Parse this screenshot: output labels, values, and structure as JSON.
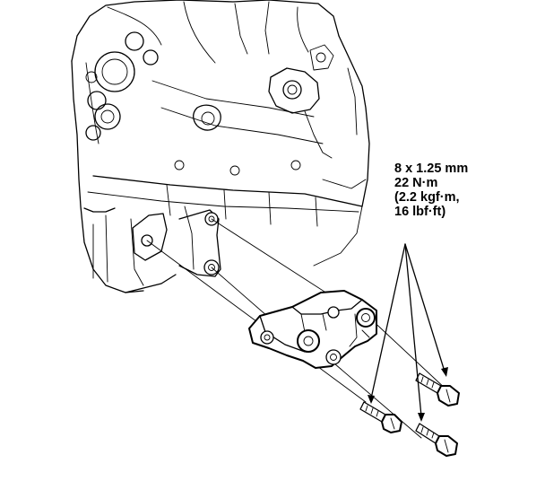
{
  "torque_spec": {
    "line1": "8 x 1.25 mm",
    "line2": "22 N·m",
    "line3": "(2.2 kgf·m,",
    "line4": "16 lbf·ft)"
  },
  "colors": {
    "ink": "#000000",
    "background": "#ffffff"
  },
  "icons": {
    "engine": "engine-block-drawing",
    "bracket": "mounting-bracket-drawing",
    "bolt": "flange-bolt-drawing"
  }
}
